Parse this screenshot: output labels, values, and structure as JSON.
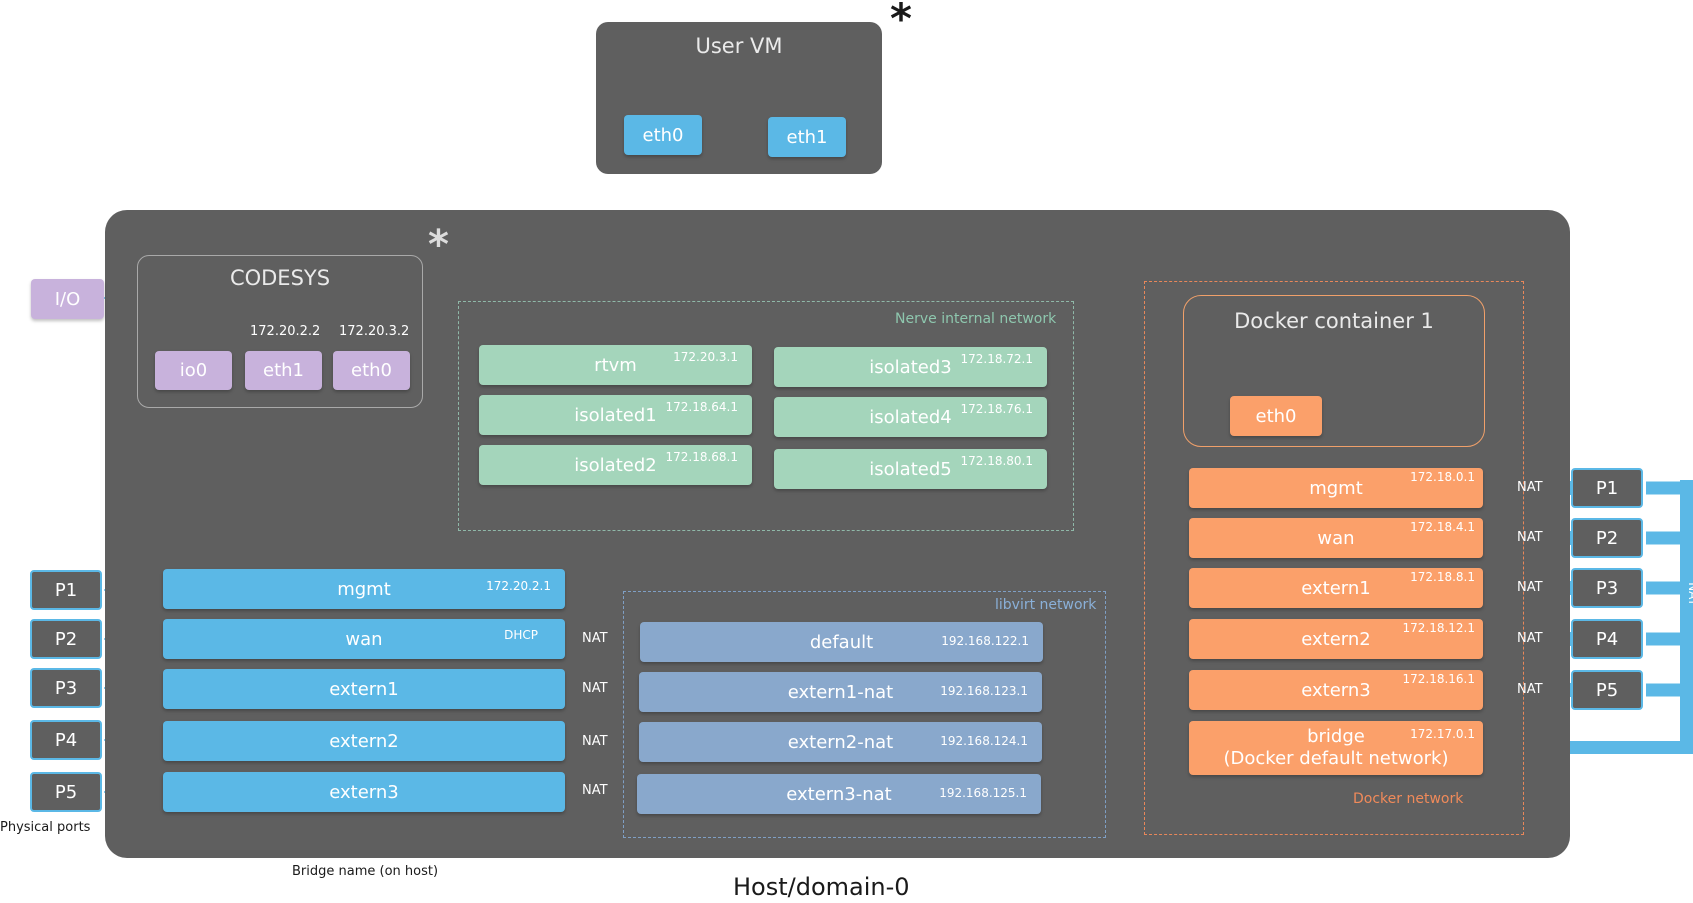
{
  "user_vm": {
    "title": "User VM",
    "eth0": "eth0",
    "eth1": "eth1",
    "asterisk": "*"
  },
  "codesys": {
    "title": "CODESYS",
    "asterisk": "*",
    "ip_eth1": "172.20.2.2",
    "ip_eth0": "172.20.3.2",
    "io0": "io0",
    "eth1": "eth1",
    "eth0": "eth0"
  },
  "io_label": "I/O",
  "nerve": {
    "label": "Nerve internal network",
    "items": [
      {
        "name": "rtvm",
        "ip": "172.20.3.1"
      },
      {
        "name": "isolated1",
        "ip": "172.18.64.1"
      },
      {
        "name": "isolated2",
        "ip": "172.18.68.1"
      },
      {
        "name": "isolated3",
        "ip": "172.18.72.1"
      },
      {
        "name": "isolated4",
        "ip": "172.18.76.1"
      },
      {
        "name": "isolated5",
        "ip": "172.18.80.1"
      }
    ]
  },
  "bridges": [
    {
      "name": "mgmt",
      "ip": "172.20.2.1"
    },
    {
      "name": "wan",
      "ip": "DHCP"
    },
    {
      "name": "extern1",
      "ip": ""
    },
    {
      "name": "extern2",
      "ip": ""
    },
    {
      "name": "extern3",
      "ip": ""
    }
  ],
  "ports": [
    "P1",
    "P2",
    "P3",
    "P4",
    "P5"
  ],
  "nat_label": "NAT",
  "libvirt": {
    "label": "libvirt network",
    "items": [
      {
        "name": "default",
        "ip": "192.168.122.1"
      },
      {
        "name": "extern1-nat",
        "ip": "192.168.123.1"
      },
      {
        "name": "extern2-nat",
        "ip": "192.168.124.1"
      },
      {
        "name": "extern3-nat",
        "ip": "192.168.125.1"
      }
    ]
  },
  "docker": {
    "container_title": "Docker container 1",
    "container_eth0": "eth0",
    "label": "Docker network",
    "items": [
      {
        "name": "mgmt",
        "ip": "172.18.0.1"
      },
      {
        "name": "wan",
        "ip": "172.18.4.1"
      },
      {
        "name": "extern1",
        "ip": "172.18.8.1"
      },
      {
        "name": "extern2",
        "ip": "172.18.12.1"
      },
      {
        "name": "extern3",
        "ip": "172.18.16.1"
      }
    ],
    "bridge_line1": "bridge",
    "bridge_line2": "(Docker default network)",
    "bridge_ip": "172.17.0.1"
  },
  "captions": {
    "physical_ports": "Physical ports",
    "bridge_name": "Bridge name (on host)",
    "host": "Host/domain-0"
  },
  "colors": {
    "host_bg": "#5f5f5f",
    "blue": "#5bb8e6",
    "green": "#a4d5bb",
    "libvirt": "#89a8cc",
    "orange": "#fba06a",
    "lilac": "#c8b2dc"
  }
}
